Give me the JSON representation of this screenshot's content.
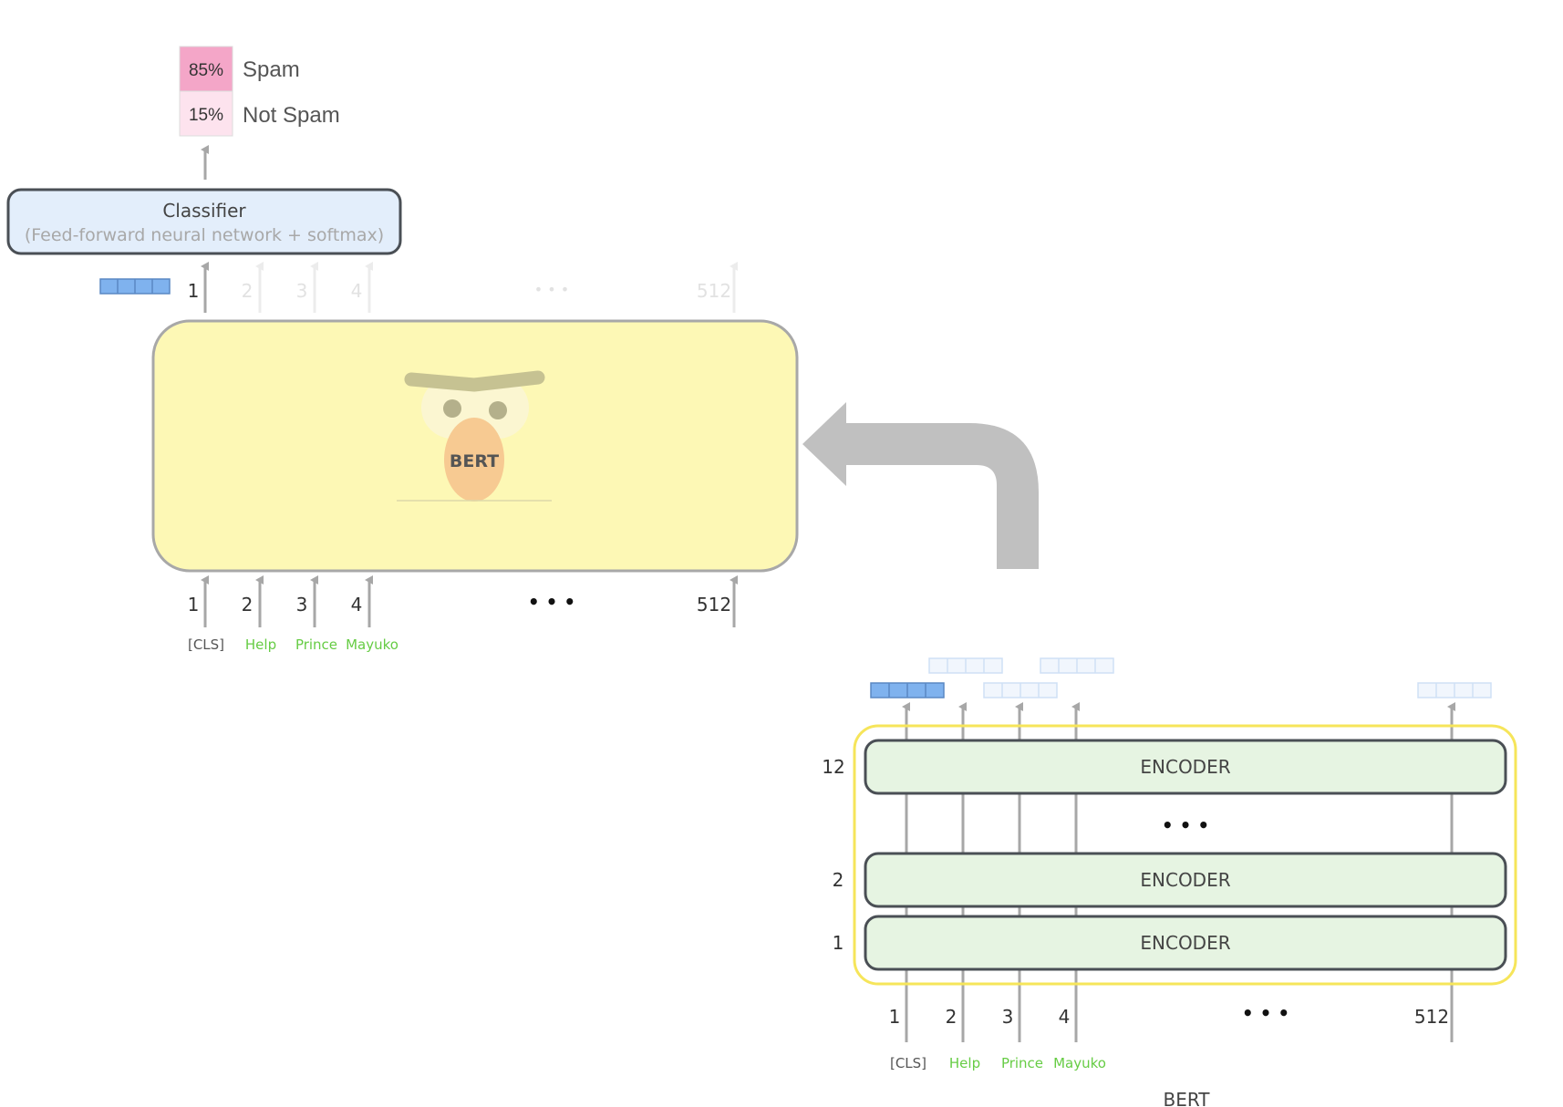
{
  "output": {
    "rows": [
      {
        "value": "85%",
        "label": "Spam",
        "color": "#f4a6c8"
      },
      {
        "value": "15%",
        "label": "Not Spam",
        "color": "#fde3ee"
      }
    ]
  },
  "classifier": {
    "title": "Classifier",
    "subtitle": "(Feed-forward neural network + softmax)"
  },
  "left_model": {
    "face_label": "BERT",
    "top_positions": [
      "1",
      "2",
      "3",
      "4",
      "512"
    ],
    "bottom_positions": [
      "1",
      "2",
      "3",
      "4",
      "512"
    ],
    "ellipsis": "• • •",
    "tokens": [
      "[CLS]",
      "Help",
      "Prince",
      "Mayuko"
    ]
  },
  "right_model": {
    "encoders": [
      {
        "layer": "12",
        "label": "ENCODER"
      },
      {
        "layer": "2",
        "label": "ENCODER"
      },
      {
        "layer": "1",
        "label": "ENCODER"
      }
    ],
    "middle_ellipsis": "• • •",
    "positions": [
      "1",
      "2",
      "3",
      "4",
      "512"
    ],
    "ellipsis": "• • •",
    "tokens": [
      "[CLS]",
      "Help",
      "Prince",
      "Mayuko"
    ],
    "caption": "BERT"
  },
  "colors": {
    "classifier_fill": "#e3eefb",
    "bert_box_fill": "#fdf8b5",
    "encoder_fill": "#e6f4e2",
    "encoder_frame": "#f6e55a",
    "vector_blue": "#7fb2ee",
    "token_green": "#66cc44",
    "arrow_grey": "#a7a7a7"
  }
}
